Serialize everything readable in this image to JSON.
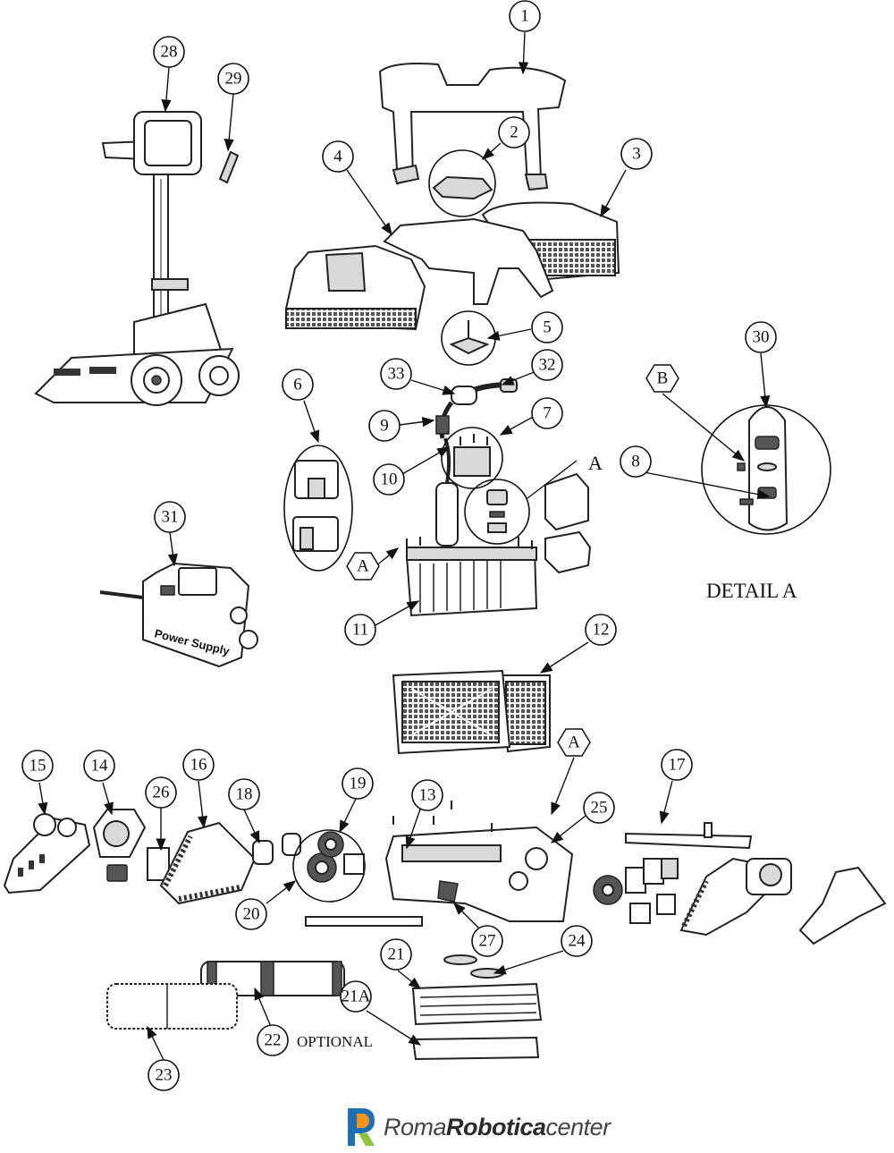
{
  "callouts": [
    {
      "id": "1",
      "label": "1"
    },
    {
      "id": "2",
      "label": "2"
    },
    {
      "id": "3",
      "label": "3"
    },
    {
      "id": "4",
      "label": "4"
    },
    {
      "id": "5",
      "label": "5"
    },
    {
      "id": "6",
      "label": "6"
    },
    {
      "id": "7",
      "label": "7"
    },
    {
      "id": "8",
      "label": "8"
    },
    {
      "id": "9",
      "label": "9"
    },
    {
      "id": "10",
      "label": "10"
    },
    {
      "id": "11",
      "label": "11"
    },
    {
      "id": "12",
      "label": "12"
    },
    {
      "id": "13",
      "label": "13"
    },
    {
      "id": "14",
      "label": "14"
    },
    {
      "id": "15",
      "label": "15"
    },
    {
      "id": "16",
      "label": "16"
    },
    {
      "id": "17",
      "label": "17"
    },
    {
      "id": "18",
      "label": "18"
    },
    {
      "id": "19",
      "label": "19"
    },
    {
      "id": "20",
      "label": "20"
    },
    {
      "id": "21",
      "label": "21"
    },
    {
      "id": "21A",
      "label": "21A"
    },
    {
      "id": "22",
      "label": "22"
    },
    {
      "id": "23",
      "label": "23"
    },
    {
      "id": "24",
      "label": "24"
    },
    {
      "id": "25",
      "label": "25"
    },
    {
      "id": "26",
      "label": "26"
    },
    {
      "id": "27",
      "label": "27"
    },
    {
      "id": "28",
      "label": "28"
    },
    {
      "id": "29",
      "label": "29"
    },
    {
      "id": "30",
      "label": "30"
    },
    {
      "id": "31",
      "label": "31"
    },
    {
      "id": "32",
      "label": "32"
    },
    {
      "id": "33",
      "label": "33"
    }
  ],
  "hex_markers": {
    "a1": "A",
    "a2": "A",
    "b": "B"
  },
  "text_a_detail": "A",
  "detail_caption": "DETAIL A",
  "optional_caption": "OPTIONAL",
  "power_supply_label": "Power Supply",
  "logo": {
    "brand_regular": "Roma",
    "brand_bold": "Robotica",
    "brand_suffix": "center"
  },
  "colors": {
    "logo_blue": "#1f6fb5",
    "logo_orange": "#f0941e",
    "logo_green": "#8cc43f"
  }
}
